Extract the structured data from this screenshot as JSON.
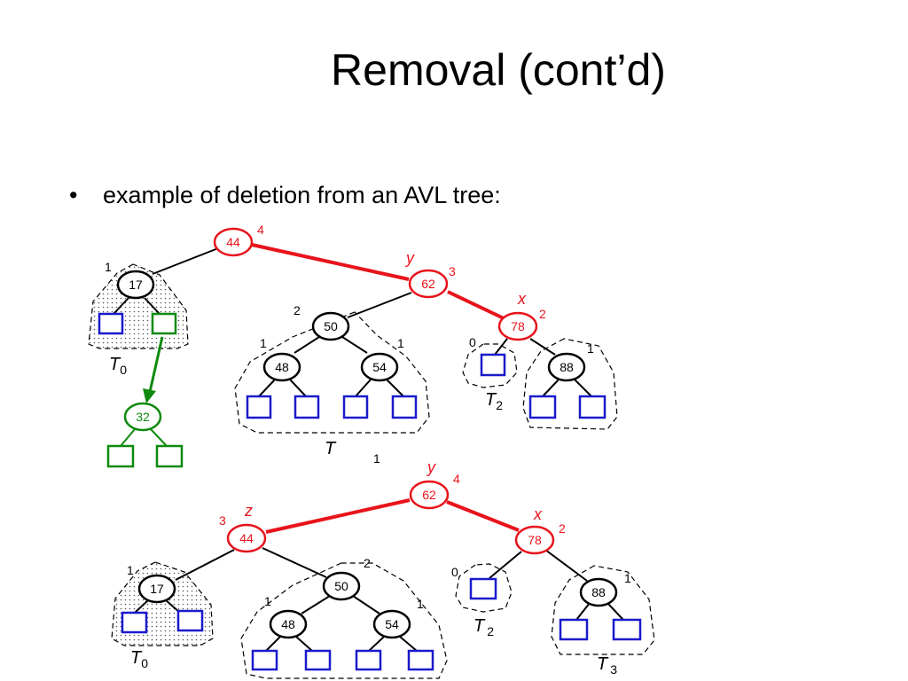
{
  "slide": {
    "title": "Removal (cont’d)",
    "bullet": "example of deletion from an AVL tree:"
  },
  "colors": {
    "red": "#e8131b",
    "blue": "#1a1acc",
    "green": "#0e8a0e",
    "black": "#000000"
  },
  "top_tree": {
    "nodes": [
      {
        "id": "44",
        "label": "44",
        "height": "4",
        "color": "red"
      },
      {
        "id": "17",
        "label": "17",
        "height": "1",
        "color": "black"
      },
      {
        "id": "62",
        "label": "62",
        "height": "3",
        "color": "red",
        "tag": "y"
      },
      {
        "id": "50",
        "label": "50",
        "height": "2",
        "color": "black"
      },
      {
        "id": "78",
        "label": "78",
        "height": "2",
        "color": "red",
        "tag": "x"
      },
      {
        "id": "48",
        "label": "48",
        "height": "1",
        "color": "black"
      },
      {
        "id": "54",
        "label": "54",
        "height": "1",
        "color": "black"
      },
      {
        "id": "88",
        "label": "88",
        "height": "1",
        "color": "black"
      },
      {
        "id": "32",
        "label": "32",
        "color": "green"
      }
    ],
    "leaf_heights": {
      "t2": "0"
    },
    "subtree_labels": {
      "t0": "T",
      "t0_sub": "0",
      "t1": "T",
      "t1_sub": "1",
      "t2": "T",
      "t2_sub": "2"
    }
  },
  "bottom_tree": {
    "nodes": [
      {
        "id": "62",
        "label": "62",
        "height": "4",
        "color": "red",
        "tag": "y"
      },
      {
        "id": "44",
        "label": "44",
        "height": "3",
        "color": "red",
        "tag": "z"
      },
      {
        "id": "78",
        "label": "78",
        "height": "2",
        "color": "red",
        "tag": "x"
      },
      {
        "id": "17",
        "label": "17",
        "height": "1",
        "color": "black"
      },
      {
        "id": "50",
        "label": "50",
        "height": "2",
        "color": "black"
      },
      {
        "id": "48",
        "label": "48",
        "height": "1",
        "color": "black"
      },
      {
        "id": "54",
        "label": "54",
        "height": "1",
        "color": "black"
      },
      {
        "id": "88",
        "label": "88",
        "height": "1",
        "color": "black"
      }
    ],
    "leaf_heights": {
      "t2": "0"
    },
    "subtree_labels": {
      "t0": "T",
      "t0_sub": "0",
      "t2": "T",
      "t2_sub": "2",
      "t3": "T",
      "t3_sub": "3"
    }
  }
}
